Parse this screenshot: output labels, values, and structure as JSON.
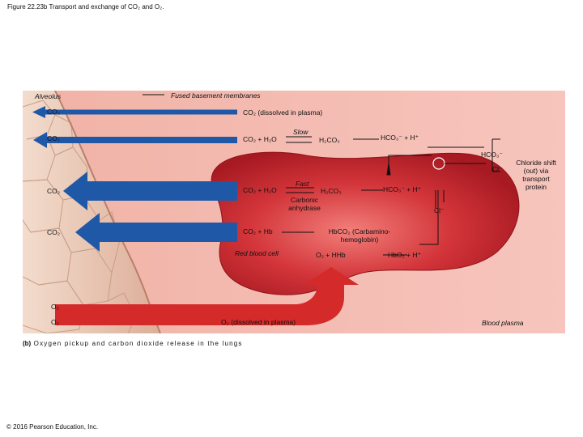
{
  "title": "Figure 22.23b Transport and exchange of CO₂ and O₂.",
  "labels": {
    "alveolus": "Alveolus",
    "fused_membranes": "Fused basement membranes",
    "co2_row1_left": "CO₂",
    "co2_plasma": "CO₂ (dissolved in plasma)",
    "co2_row2_left": "CO₂",
    "co2_h2o_plasma": "CO₂ + H₂O",
    "slow": "Slow",
    "h2co3_plasma": "H₂CO₃",
    "hco3_h_plasma": "HCO₃⁻ + H⁺",
    "hco3_right": "HCO₃⁻",
    "cl_right": "Cl⁻",
    "chloride_shift": "Chloride shift (out) via transport protein",
    "co2_row3_left": "CO₂",
    "co2_h2o_rbc": "CO₂ + H₂O",
    "fast": "Fast",
    "h2co3_rbc": "H₂CO₃",
    "hco3_h_rbc": "HCO₃⁻ + H⁺",
    "carbonic": "Carbonic anhydrase",
    "cl_rbc": "Cl⁻",
    "co2_row4_left": "CO₂",
    "co2_hb": "CO₂ + Hb",
    "hbco2": "HbCO₂ (Carbamino-hemoglobin)",
    "red_blood_cell": "Red blood cell",
    "o2_hhb": "O₂ + HHb",
    "hbo2_h": "HbO₂ + H⁺",
    "o2_left1": "O₂",
    "o2_left2": "O₂",
    "o2_plasma": "O₂ (dissolved in plasma)",
    "blood_plasma": "Blood plasma"
  },
  "caption": {
    "letter": "(b)",
    "text": "Oxygen pickup and carbon dioxide release in the lungs"
  },
  "copyright": "© 2016 Pearson Education, Inc.",
  "colors": {
    "co2_arrow": "#2058a8",
    "o2_arrow": "#d42a2a",
    "plasma": "#f4b6ad",
    "rbc": "#c8252d",
    "alveolar_tissue": "#e8c5b2"
  }
}
